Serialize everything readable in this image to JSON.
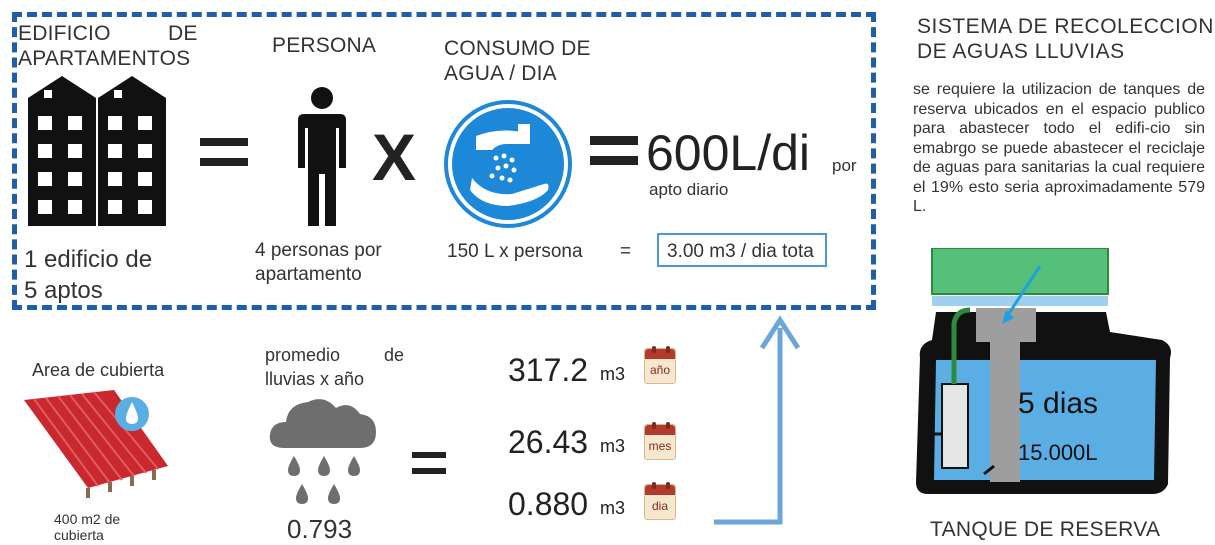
{
  "building": {
    "title_line1": "EDIFICIO",
    "title_de": "DE",
    "title_line2": "APARTAMENTOS",
    "caption_line1": "1 edificio de",
    "caption_line2": "5 aptos"
  },
  "person": {
    "title": "PERSONA",
    "caption_line1": "4 personas por",
    "caption_line2": "apartamento"
  },
  "consumption": {
    "title_line1": "CONSUMO DE",
    "title_line2": "AGUA  / DIA",
    "per_person": "150 L x persona",
    "equals": "=",
    "total_box": "3.00 m3 / dia tota",
    "result_big": "600L/di",
    "result_por": "por",
    "result_sub": "apto diario"
  },
  "roof": {
    "title": "Area de cubierta",
    "caption_line1": "400  m2  de",
    "caption_line2": "cubierta"
  },
  "rain": {
    "title_word1": "promedio",
    "title_word2": "de",
    "title_line2": "lluvias x año",
    "value": "0.793"
  },
  "volumes": [
    {
      "value": "317.2",
      "unit": "m3",
      "period": "año"
    },
    {
      "value": "26.43",
      "unit": "m3",
      "period": "mes"
    },
    {
      "value": "0.880",
      "unit": "m3",
      "period": "dia"
    }
  ],
  "system": {
    "title_line1": "SISTEMA DE RECOLECCION",
    "title_line2": "DE AGUAS LLUVIAS",
    "paragraph": "se requiere la utilizacion de tanques de reserva ubicados en el espacio publico para abastecer todo el edifi-cio sin emabrgo se puede abastecer el reciclaje de aguas para sanitarias la cual requiere el 19% esto seria aproximadamente 579 L."
  },
  "tank": {
    "days": "5 dias",
    "liters": "15.000L",
    "caption": "TANQUE DE RESERVA"
  },
  "symbols": {
    "equals": "=",
    "times": "X"
  },
  "colors": {
    "dash_blue": "#1f5fa8",
    "icon_blue": "#1e88d8",
    "water_blue": "#5aaee4",
    "roof_red": "#c8282e",
    "cloud_gray": "#6e6e6e",
    "tank_green": "#2e8b3d",
    "arrow_blue": "#6aa6d8"
  }
}
